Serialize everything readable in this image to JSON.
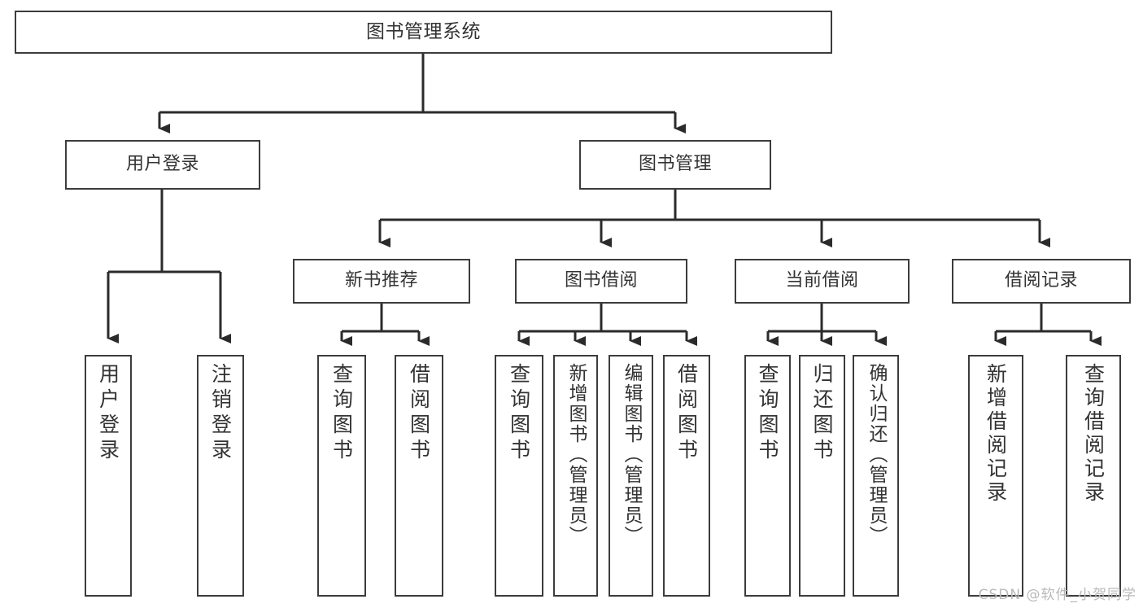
{
  "diagram": {
    "type": "tree",
    "title": "图书管理系统",
    "watermark": "CSDN @软件_小贺同学",
    "colors": {
      "box_border": "#3c3c3c",
      "box_fill": "#ffffff",
      "text": "#333333",
      "connector": "#2b2b2b",
      "watermark": "#b9b9b9"
    },
    "nodes": {
      "root": {
        "label": "图书管理系统"
      },
      "level1": [
        {
          "id": "user-login",
          "label": "用户登录"
        },
        {
          "id": "book-manage",
          "label": "图书管理"
        }
      ],
      "level2": [
        {
          "id": "new-book-recommend",
          "label": "新书推荐"
        },
        {
          "id": "book-borrow",
          "label": "图书借阅"
        },
        {
          "id": "current-borrow",
          "label": "当前借阅"
        },
        {
          "id": "borrow-record",
          "label": "借阅记录"
        }
      ],
      "leaves": {
        "user-login": [
          {
            "id": "leaf-user-login",
            "label": "用户登录"
          },
          {
            "id": "leaf-logout",
            "label": "注销登录"
          }
        ],
        "new-book-recommend": [
          {
            "id": "leaf-query-book-1",
            "label": "查询图书"
          },
          {
            "id": "leaf-borrow-book-1",
            "label": "借阅图书"
          }
        ],
        "book-borrow": [
          {
            "id": "leaf-query-book-2",
            "label": "查询图书"
          },
          {
            "id": "leaf-add-book",
            "label": "新增图书（管理员）"
          },
          {
            "id": "leaf-edit-book",
            "label": "编辑图书（管理员）"
          },
          {
            "id": "leaf-borrow-book-2",
            "label": "借阅图书"
          }
        ],
        "current-borrow": [
          {
            "id": "leaf-query-book-3",
            "label": "查询图书"
          },
          {
            "id": "leaf-return-book",
            "label": "归还图书"
          },
          {
            "id": "leaf-confirm-return",
            "label": "确认归还（管理员）"
          }
        ],
        "borrow-record": [
          {
            "id": "leaf-add-record",
            "label": "新增借阅记录"
          },
          {
            "id": "leaf-query-record",
            "label": "查询借阅记录"
          }
        ]
      }
    }
  }
}
